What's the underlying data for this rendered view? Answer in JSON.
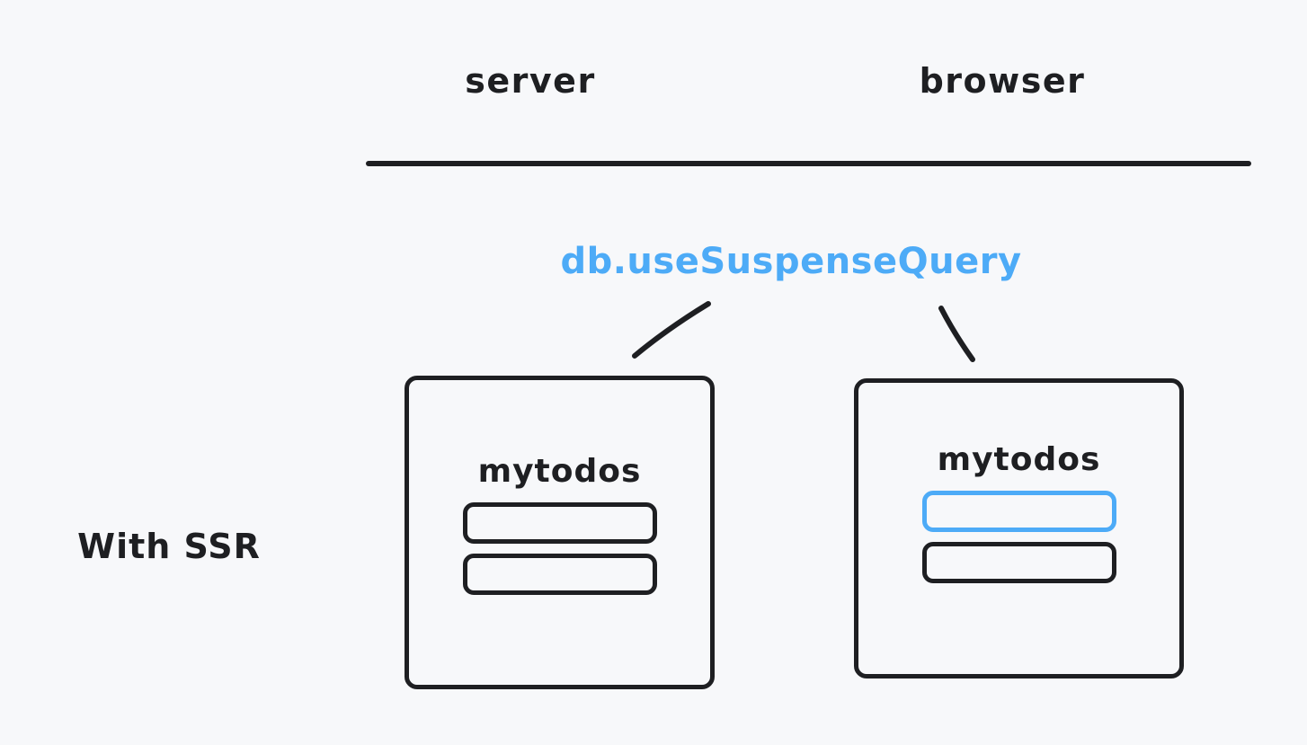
{
  "diagram": {
    "columns": {
      "server": "server",
      "browser": "browser"
    },
    "hook_label": "db.useSuspenseQuery",
    "row_label": "With SSR",
    "server_box": {
      "title": "mytodos",
      "items": [
        "default",
        "default"
      ]
    },
    "browser_box": {
      "title": "mytodos",
      "items": [
        "accent",
        "default"
      ]
    }
  },
  "colors": {
    "background": "#f7f8fa",
    "stroke": "#1e1f22",
    "accent": "#4dabf7"
  }
}
